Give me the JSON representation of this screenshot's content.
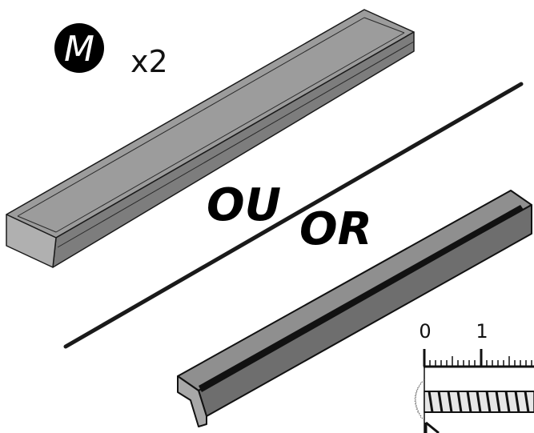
{
  "part_badge": {
    "letter": "M",
    "quantity": "x2"
  },
  "alternatives": {
    "word_fr": "OU",
    "word_en": "OR"
  },
  "ruler": {
    "tick_labels": [
      "0",
      "1"
    ]
  }
}
